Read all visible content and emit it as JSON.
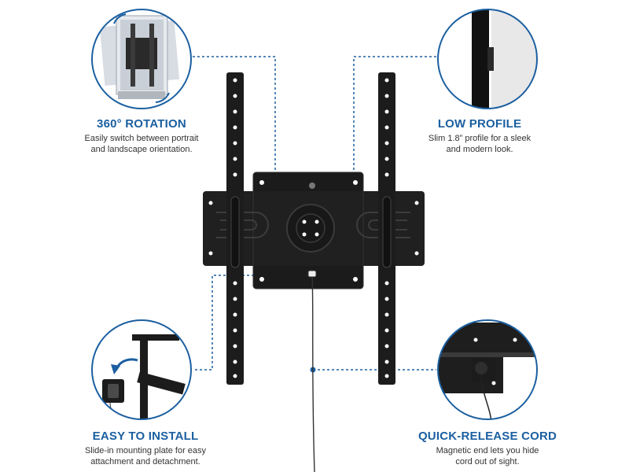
{
  "features": {
    "rotation": {
      "title": "360° ROTATION",
      "desc_line1": "Easily switch between portrait",
      "desc_line2": "and landscape orientation."
    },
    "profile": {
      "title": "LOW PROFILE",
      "desc_line1": "Slim 1.8” profile for a sleek",
      "desc_line2": "and modern look."
    },
    "install": {
      "title": "EASY TO INSTALL",
      "desc_line1": "Slide-in mounting plate for easy",
      "desc_line2": "attachment and detachment."
    },
    "cord": {
      "title": "QUICK-RELEASE CORD",
      "desc_line1": "Magnetic end lets you hide",
      "desc_line2": "cord out of sight."
    }
  },
  "colors": {
    "accent": "#1b5fa0",
    "metal": "#1e1e1e",
    "callout_ring": "#1b5fa0",
    "leader": "#1b5fa0"
  }
}
